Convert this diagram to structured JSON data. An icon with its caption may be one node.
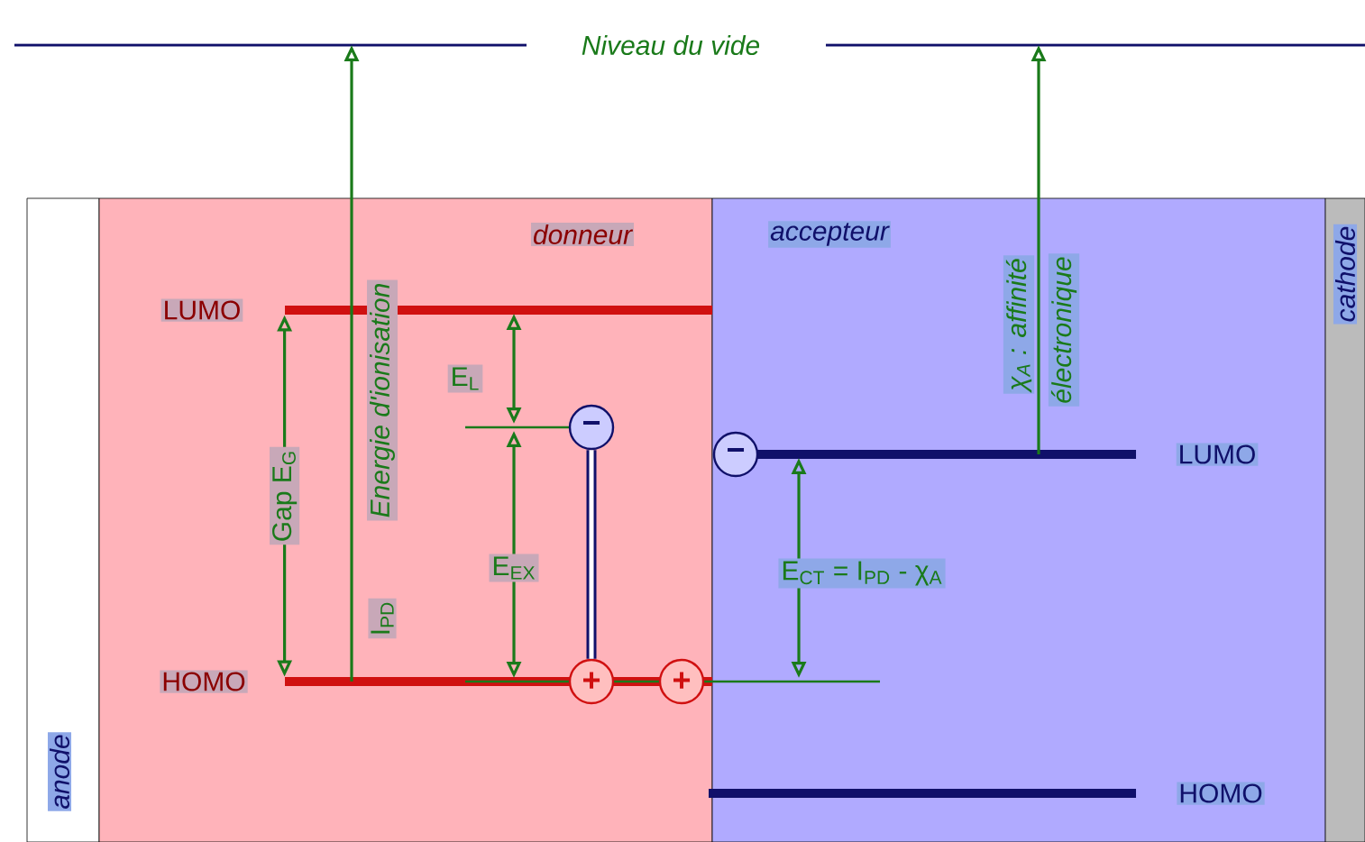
{
  "diagram": {
    "nodes": [
      {
        "text": [
          "anode"
        ]
      },
      {
        "text": [
          "donneur"
        ]
      },
      {
        "text": [
          "accepteur"
        ]
      },
      {
        "text": [
          "cathode"
        ]
      },
      {
        "text": [
          "LUMO"
        ],
        "in": 1
      },
      {
        "text": [
          "HOMO"
        ],
        "in": 1
      },
      {
        "text": [
          "LUMO"
        ],
        "in": 2
      },
      {
        "text": [
          "HOMO"
        ],
        "in": 2
      },
      {
        "text": [
          "−"
        ],
        "in": 1
      },
      {
        "text": [
          "+"
        ],
        "in": 1
      },
      {
        "text": [
          "+"
        ],
        "in": 1
      },
      {
        "text": [
          "−"
        ],
        "in": 2
      }
    ],
    "edges": [
      {
        "from": 4,
        "to": 5,
        "arrow": "both",
        "label": "Gap E$_{G}$"
      },
      {
        "from": 8,
        "to": 9,
        "arrow": "none",
        "style": "thick",
        "color": "#10106a"
      }
    ],
    "labels": [
      "Niveau du vide",
      "Energie d'ionisation",
      "I$_{PD}$",
      "E$_{L}$",
      "E$_{EX}$",
      "χ$_{A}$ : affinité",
      "électronique",
      "E$_{CT}$ = I$_{PD}$ - χ$_{A}$"
    ]
  }
}
